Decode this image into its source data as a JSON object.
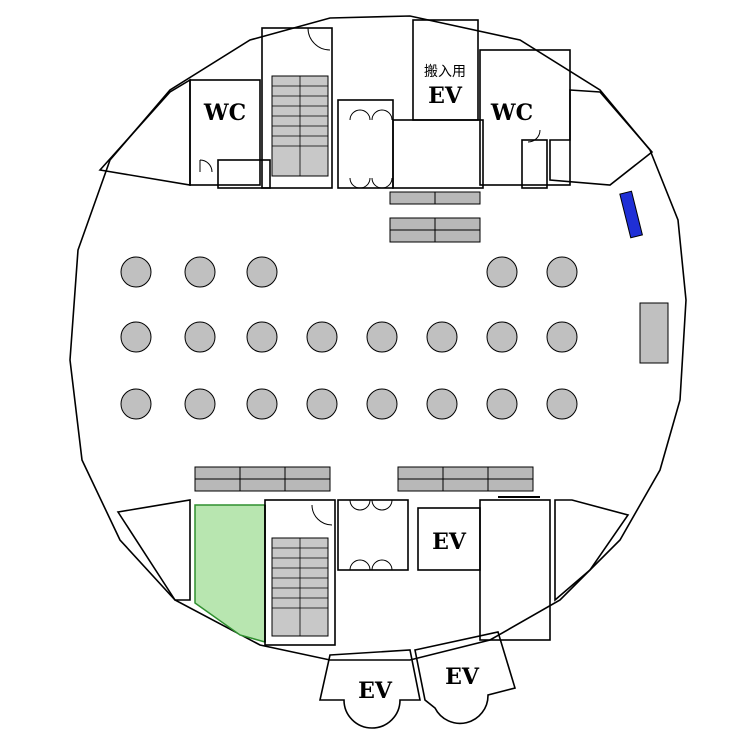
{
  "labels": {
    "wc_left": "WC",
    "wc_right": "WC",
    "ev_cargo_caption": "搬入用",
    "ev_cargo": "EV",
    "ev_lower": "EV",
    "ev_bottom_left": "EV",
    "ev_bottom_right": "EV"
  },
  "colors": {
    "column_fill": "#c0c0c0",
    "stair_fill": "#c8c8c8",
    "counter_fill": "#b8b8b8",
    "highlight_green": "#b8e6b0",
    "highlight_green_stroke": "#2f8f2f",
    "blue_marker": "#1f2fd6",
    "grey_block": "#c0c0c0"
  }
}
